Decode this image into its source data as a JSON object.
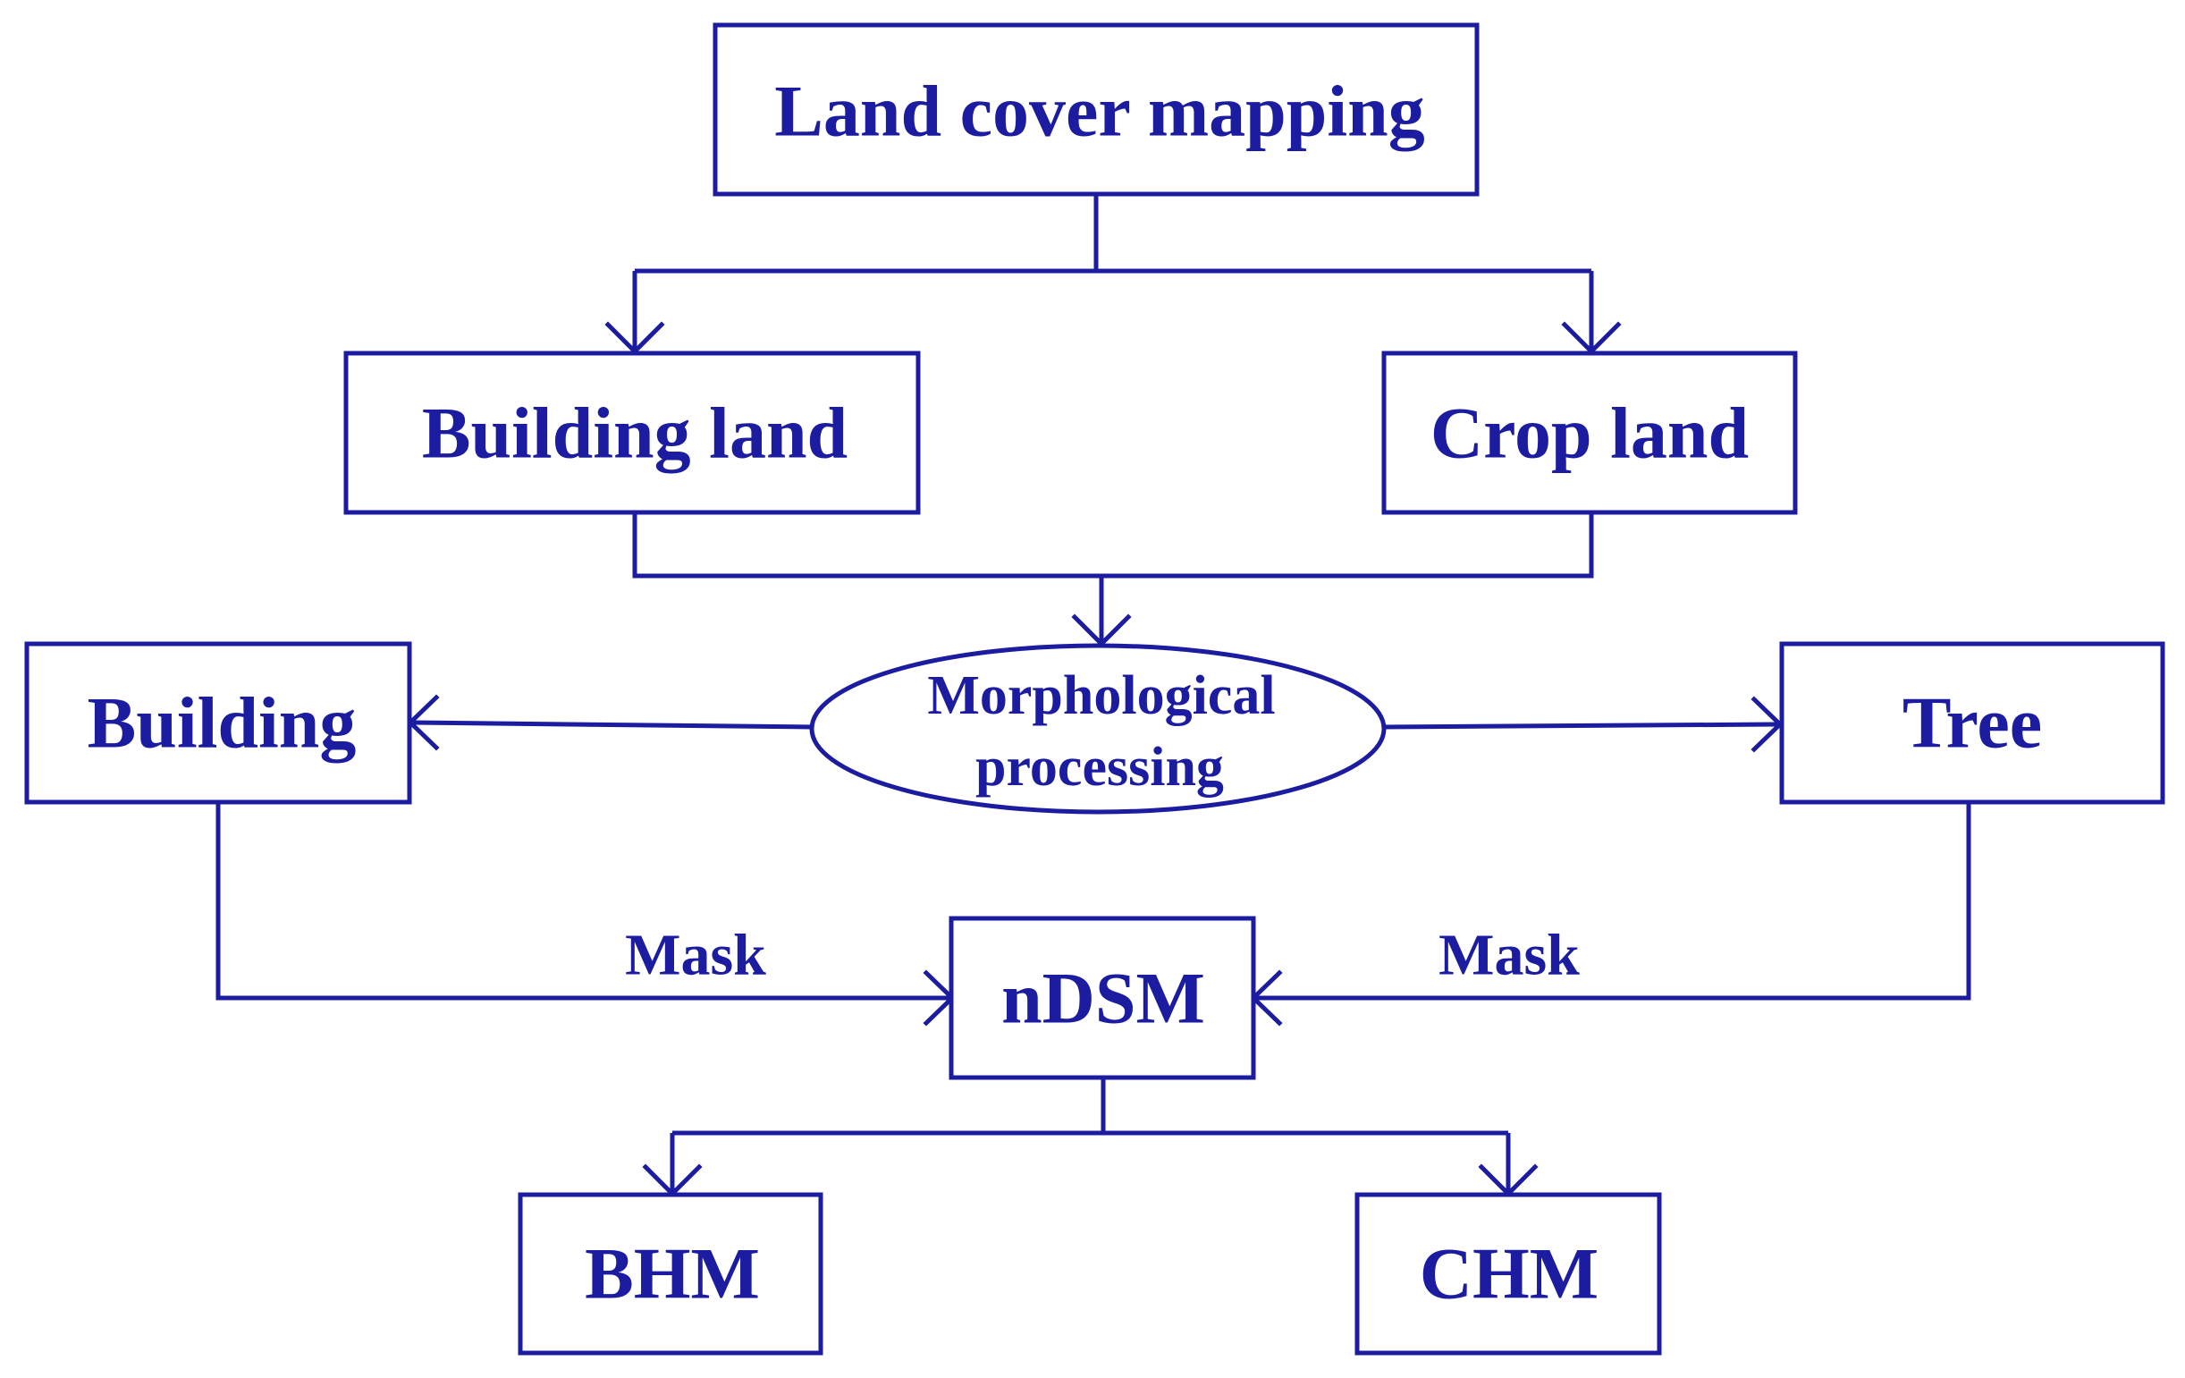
{
  "nodes": {
    "land_cover_mapping": "Land cover mapping",
    "building_land": "Building land",
    "crop_land": "Crop land",
    "morphological_line1": "Morphological",
    "morphological_line2": "processing",
    "building": "Building",
    "tree": "Tree",
    "ndsm": "nDSM",
    "bhm": "BHM",
    "chm": "CHM"
  },
  "edge_labels": {
    "mask_left": "Mask",
    "mask_right": "Mask"
  },
  "colors": {
    "stroke": "#1c1ca0",
    "text": "#1c1ca0",
    "background": "#ffffff"
  }
}
